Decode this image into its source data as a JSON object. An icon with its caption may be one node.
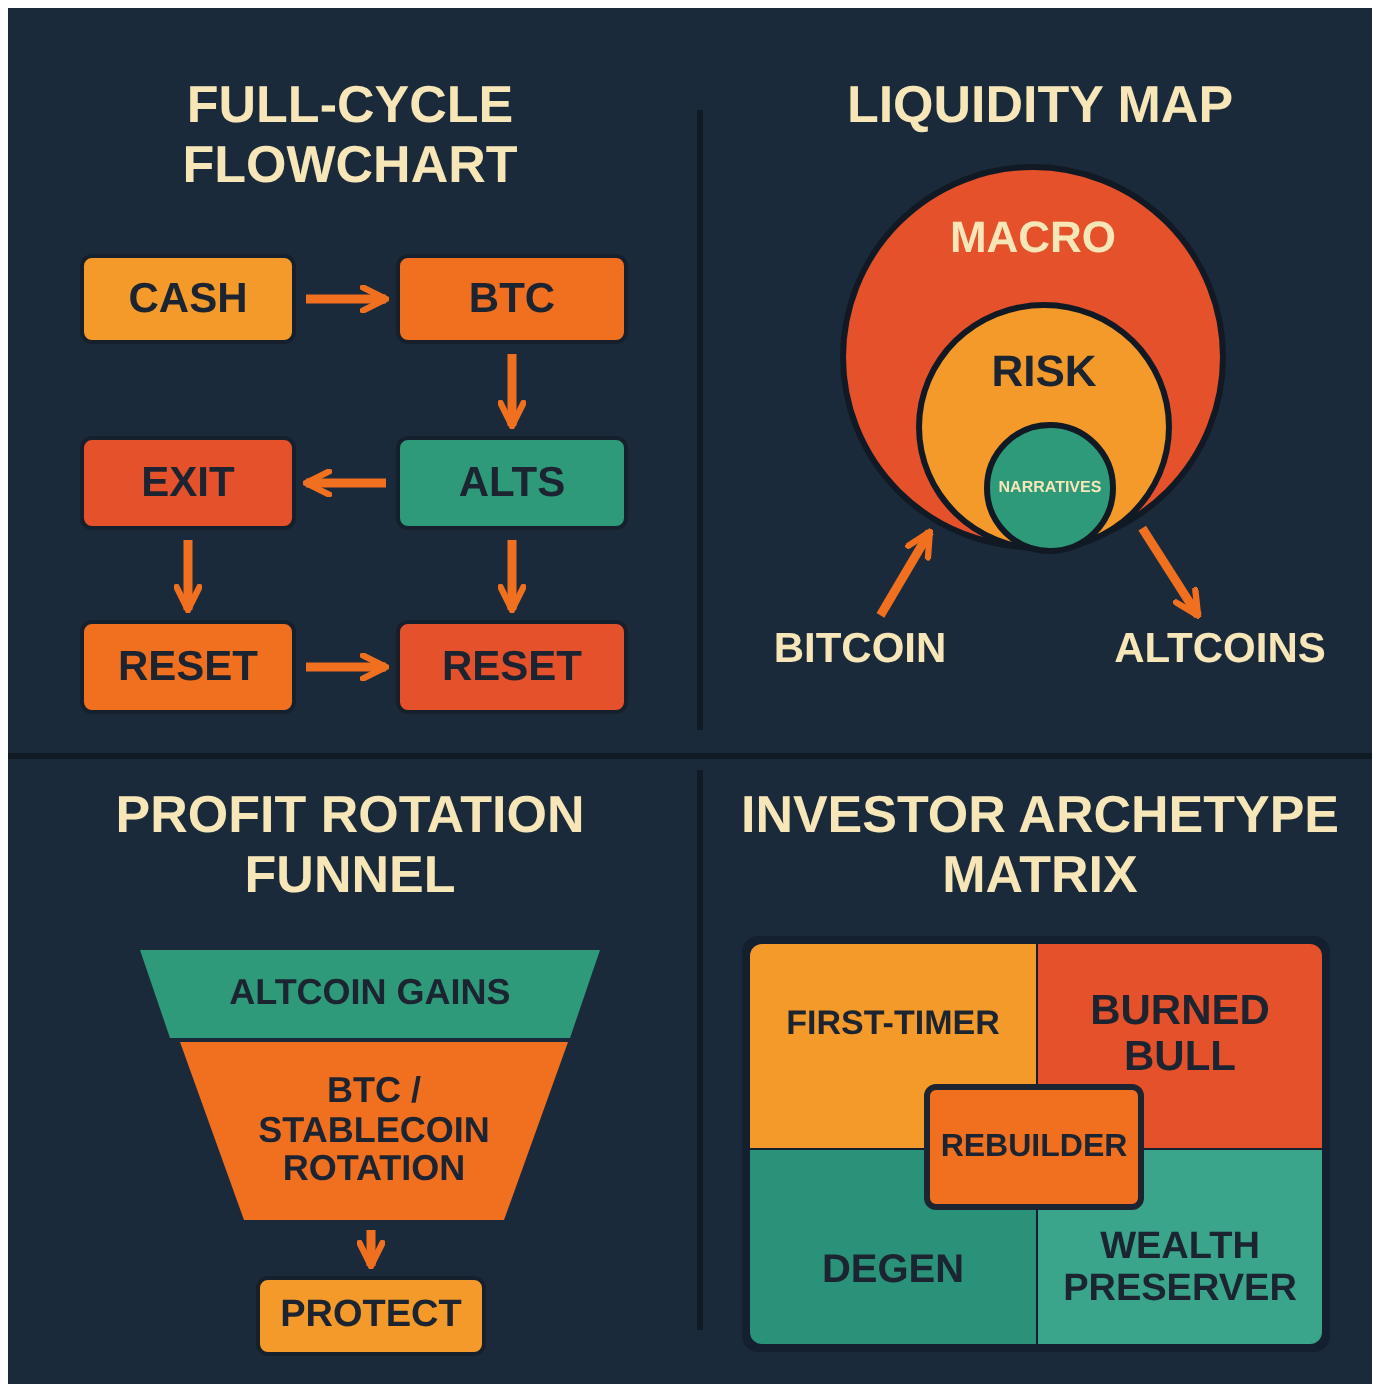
{
  "diagram": {
    "nodes": [
      {
        "text": [
          "CASH"
        ]
      },
      {
        "text": [
          "BTC"
        ]
      },
      {
        "text": [
          "ALTS"
        ]
      },
      {
        "text": [
          "EXIT"
        ]
      },
      {
        "text": [
          "RESET"
        ]
      },
      {
        "text": [
          "RESET"
        ]
      },
      {
        "text": [
          "MACRO"
        ]
      },
      {
        "text": [
          "RISK"
        ],
        "in": 6
      },
      {
        "text": [
          "NARRATIVES"
        ],
        "in": 7
      },
      {
        "text": [
          "BITCOIN"
        ]
      },
      {
        "text": [
          "ALTCOINS"
        ]
      },
      {
        "text": [
          "ALTCOIN GAINS"
        ]
      },
      {
        "text": [
          "BTC / STABLECOIN ROTATION"
        ]
      },
      {
        "text": [
          "PROTECT"
        ]
      },
      {
        "text": [
          "FIRST-TIMER"
        ]
      },
      {
        "text": [
          "BURNED BULL"
        ]
      },
      {
        "text": [
          "DEGEN"
        ]
      },
      {
        "text": [
          "WEALTH PRESERVER"
        ]
      },
      {
        "text": [
          "REBUILDER"
        ]
      }
    ],
    "edges": [
      {
        "from": 0,
        "to": 1,
        "arrow": "to"
      },
      {
        "from": 1,
        "to": 2,
        "arrow": "to"
      },
      {
        "from": 2,
        "to": 3,
        "arrow": "to"
      },
      {
        "from": 3,
        "to": 4,
        "arrow": "to"
      },
      {
        "from": 2,
        "to": 5,
        "arrow": "to"
      },
      {
        "from": 4,
        "to": 5,
        "arrow": "to"
      },
      {
        "from": 9,
        "to": 6,
        "arrow": "to"
      },
      {
        "from": 6,
        "to": 10,
        "arrow": "to"
      },
      {
        "from": 12,
        "to": 13,
        "arrow": "to"
      }
    ],
    "labels": [
      "FULL-CYCLE FLOWCHART",
      "LIQUIDITY MAP",
      "PROFIT ROTATION FUNNEL",
      "INVESTOR ARCHETYPE MATRIX"
    ]
  }
}
